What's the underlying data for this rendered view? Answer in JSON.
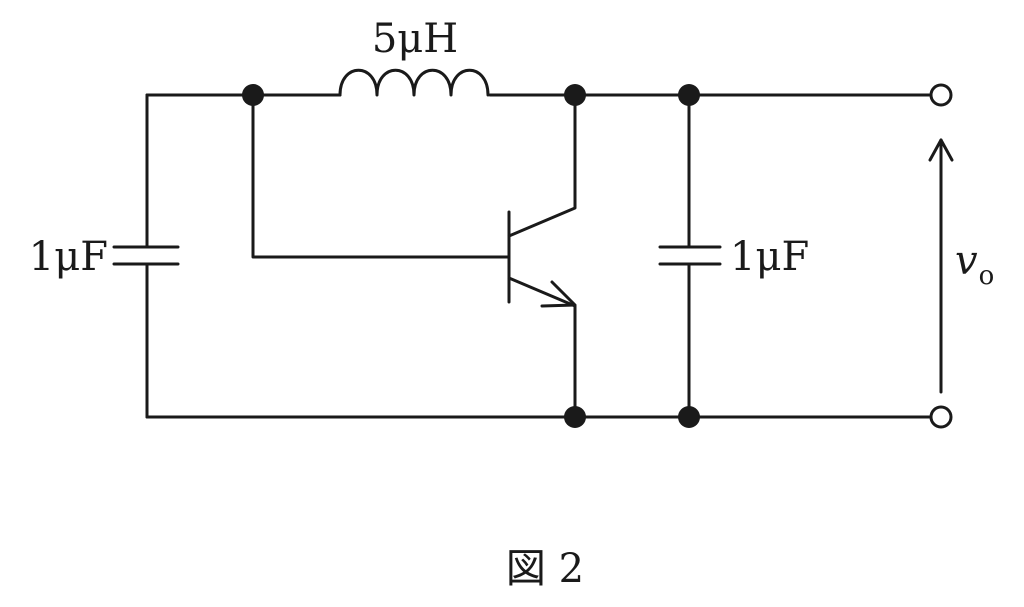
{
  "diagram": {
    "type": "circuit",
    "colors": {
      "line": "#1a1a1a",
      "background": "#ffffff"
    },
    "components": {
      "inductor": {
        "label": "5μH"
      },
      "input_capacitor": {
        "label": "1μF"
      },
      "output_capacitor": {
        "label": "1μF"
      },
      "transistor": {
        "kind": "npn"
      }
    },
    "output": {
      "label": "v",
      "subscript": "o"
    },
    "caption": "図 2"
  }
}
